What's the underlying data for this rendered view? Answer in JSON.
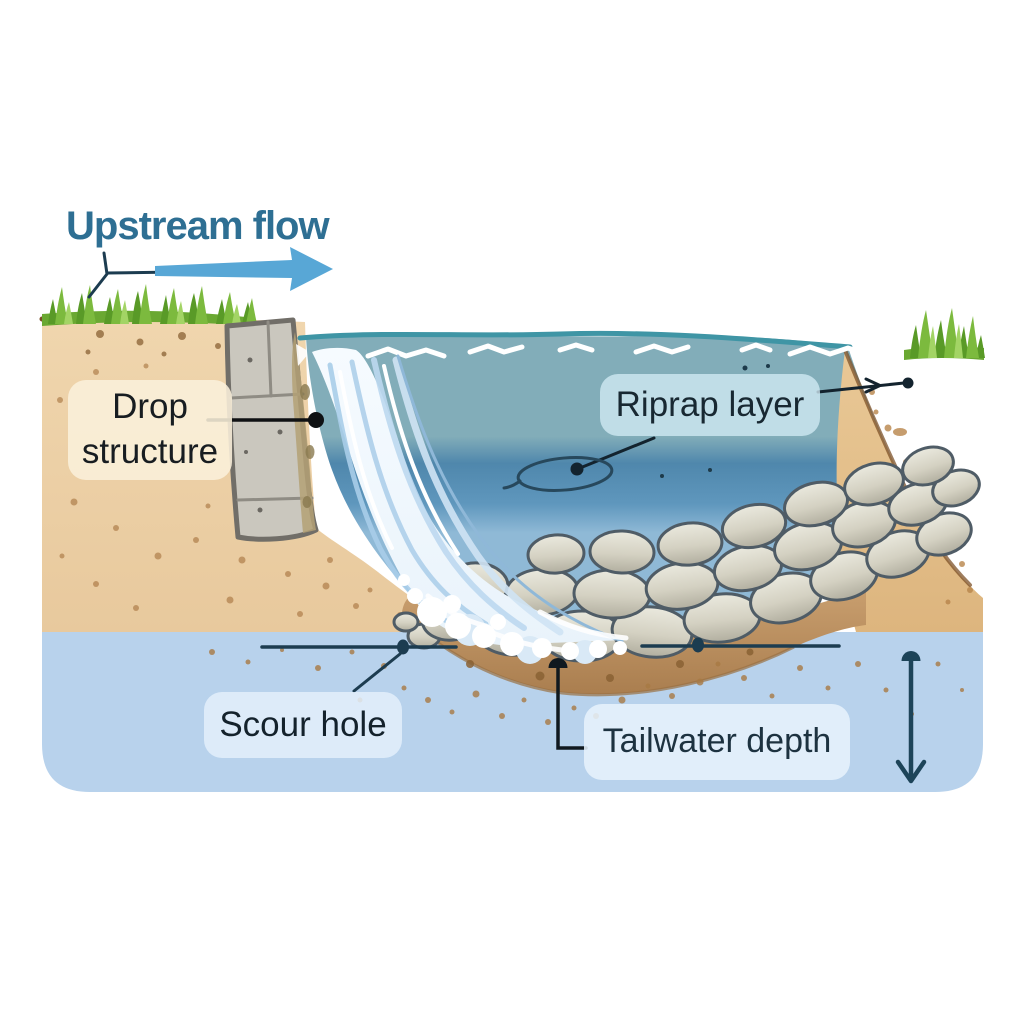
{
  "diagram": {
    "labels": {
      "upstream_flow": "Upstream flow",
      "drop_structure": "Drop structure",
      "riprap_layer": "Riprap layer",
      "scour_hole": "Scour hole",
      "tailwater_depth": "Tailwater depth"
    },
    "colors": {
      "upstream_text": "#2e6f93",
      "flow_arrow_blue": "#58a7d6",
      "annotation_dark": "#1c3c50",
      "water_surface_teal": "#7fabb8",
      "water_deep": "#4f87ac",
      "tailwater_band": "#b8d2ec",
      "soil_left_bank": "#eed3ab",
      "soil_right_bank": "#e8c693",
      "scour_wet_soil": "#c2966a",
      "concrete_wall": "#cac7be",
      "riprap_rock": "#d6d3c4",
      "grass_green": "#7cba3e"
    }
  }
}
